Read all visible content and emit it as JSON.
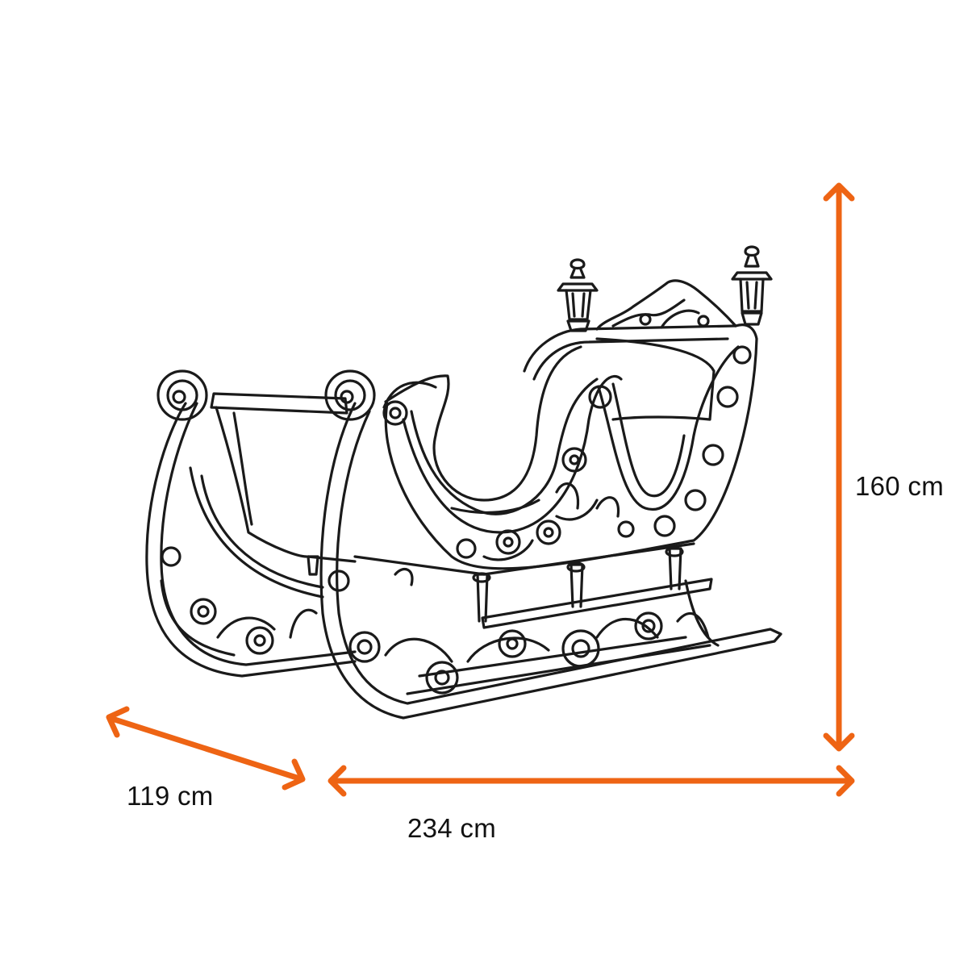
{
  "dimensions": {
    "height": {
      "value": 160,
      "unit": "cm",
      "label": "160 cm"
    },
    "width": {
      "value": 234,
      "unit": "cm",
      "label": "234 cm"
    },
    "depth": {
      "value": 119,
      "unit": "cm",
      "label": "119 cm"
    }
  },
  "colors": {
    "arrow": "#ee6414",
    "line_art": "#1a1a1a",
    "background": "#ffffff",
    "text": "#111111"
  },
  "illustration": {
    "subject": "sleigh",
    "style": "black line art"
  }
}
